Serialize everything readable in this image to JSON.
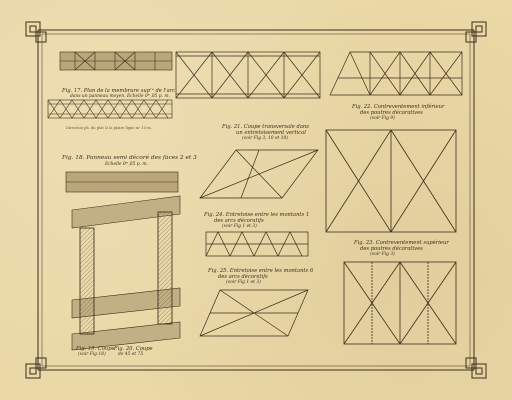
{
  "plate": {
    "background": "#ead8a6",
    "ink": "#3a2e1c"
  },
  "captions": {
    "fig17": "Fig. 17. Plan de la membrure supʳᵉ de l'arc",
    "fig17_sub": "dans un panneau moyen. Echelle 0ᵐ,05 p. m.",
    "fig17_note": "Direction  ph. du plat & la plaire ligne  mᵉ 15 m.",
    "fig18": "Fig. 18. Panneau semi décoré des faces 2 et 3",
    "fig18_sub": "Echelle 0ᵐ,05 p. m.",
    "fig19": "Fig. 19. Coupe",
    "fig19_sub": "(voir Fig 18)",
    "fig20": "Fig. 20. Coupe",
    "fig20_sub": "de 45 et 75",
    "fig21": "Fig. 21. Coupe transversale dans",
    "fig21_b": "un entretoisement vertical",
    "fig21_sub": "(voir Fig 3, 10 et 18)",
    "fig22": "Fig. 22. Contreventement inférieur",
    "fig22_b": "des poutres décoratives",
    "fig22_sub": "(voir Fig 9)",
    "fig23": "Fig. 23. Contreventement supérieur",
    "fig23_b": "des poutres décoratives",
    "fig23_sub": "(voir Fig 3)",
    "fig24": "Fig. 24. Entretoise entre les montants 1",
    "fig24_b": "des arcs décoratifs",
    "fig24_sub": "(voir Fig 1 et 3)",
    "fig25": "Fig. 25. Entretoise entre les montants 6",
    "fig25_b": "des arcs décoratifs",
    "fig25_sub": "(voir Fig 1 et 3)"
  }
}
